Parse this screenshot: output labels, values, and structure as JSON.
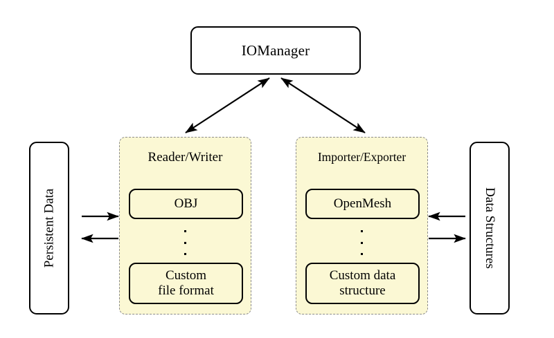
{
  "diagram": {
    "title_node": {
      "label": "IOManager"
    },
    "left_node": {
      "label": "Persistent Data"
    },
    "right_node": {
      "label": "Data Structures"
    },
    "panels": [
      {
        "name": "reader-writer",
        "title": "Reader/Writer",
        "items": [
          {
            "label": "OBJ"
          },
          {
            "label": "Custom\nfile format",
            "line1": "Custom",
            "line2": "file format"
          }
        ],
        "ellipsis": "vertical-dots"
      },
      {
        "name": "importer-exporter",
        "title": "Importer/Exporter",
        "items": [
          {
            "label": "OpenMesh"
          },
          {
            "label": "Custom data\nstructure",
            "line1": "Custom data",
            "line2": "structure"
          }
        ],
        "ellipsis": "vertical-dots"
      }
    ],
    "connections": [
      {
        "from": "IOManager",
        "to": "Reader/Writer",
        "style": "double-headed-arrow"
      },
      {
        "from": "IOManager",
        "to": "Importer/Exporter",
        "style": "double-headed-arrow"
      },
      {
        "from": "Persistent Data",
        "to": "Reader/Writer",
        "style": "arrow-right"
      },
      {
        "from": "Reader/Writer",
        "to": "Persistent Data",
        "style": "arrow-left"
      },
      {
        "from": "Data Structures",
        "to": "Importer/Exporter",
        "style": "arrow-left"
      },
      {
        "from": "Importer/Exporter",
        "to": "Data Structures",
        "style": "arrow-right"
      }
    ],
    "colors": {
      "panel_fill": "#fbf8d4",
      "panel_border": "#8c8c8c",
      "node_border": "#000000",
      "node_fill": "#ffffff",
      "background": "#ffffff"
    }
  }
}
